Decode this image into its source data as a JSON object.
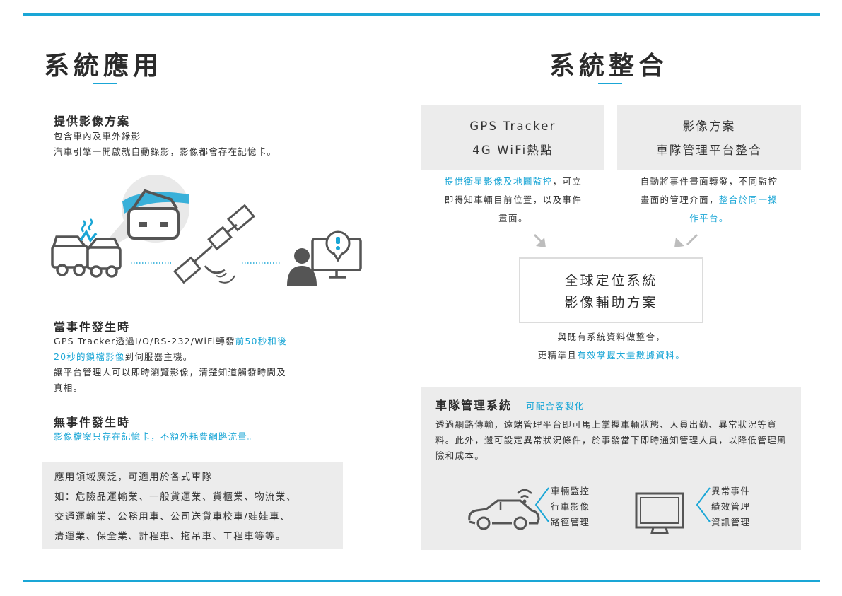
{
  "left": {
    "title": "系統應用",
    "provide": {
      "title": "提供影像方案",
      "lines": [
        "包含車內及車外錄影",
        "汽車引擎一開啟就自動錄影，影像都會存在記憶卡。"
      ]
    },
    "event": {
      "title": "當事件發生時",
      "line1_a": "GPS Tracker透過I/O/RS-232/WiFi轉發",
      "line1_b": "前50秒和後",
      "line2_a": "20秒的鎖檔影像",
      "line2_b": "到伺服器主機。",
      "line3": "讓平台管理人可以即時瀏覽影像，清楚知道觸發時間及",
      "line4": "真相。"
    },
    "no_event": {
      "title": "無事件發生時",
      "text": "影像檔案只存在記憶卡，不額外耗費網路流量。"
    },
    "usage": {
      "lines": [
        "應用領域廣泛，可適用於各式車隊",
        "如：危險品運輸業、一般貨運業、貨櫃業、物流業、",
        "交通運輸業、公務用車、公司送貨車校車/娃娃車、",
        "清運業、保全業、計程車、拖吊車、工程車等等。"
      ]
    },
    "illustration_icons": [
      "car-crash-icon",
      "dashcam-bubble-icon",
      "satellite-icon",
      "monitor-user-icon"
    ]
  },
  "right": {
    "title": "系統整合",
    "box_left": {
      "line1": "GPS Tracker",
      "line2": "4G WiFi熱點"
    },
    "box_right": {
      "line1": "影像方案",
      "line2": "車隊管理平台整合"
    },
    "cap_left": {
      "a": "提供衛星影像及地圖監控",
      "b": "，可立",
      "c": "即得知車輛目前位置，以及事件",
      "d": "畫面。"
    },
    "cap_right": {
      "a": "自動將事件畫面轉發，不同監控",
      "b": "畫面的管理介面，",
      "c": "整合於同一操",
      "d": "作平台。"
    },
    "center": {
      "line1": "全球定位系統",
      "line2": "影像輔助方案"
    },
    "integrate": {
      "line1": "與既有系統資料做整合，",
      "line2_a": "更精準且",
      "line2_b": "有效掌握大量數據資料。"
    },
    "fleet": {
      "title": "車隊管理系統",
      "tag": "可配合客製化",
      "desc": "透過網路傳輸，遠端管理平台即可馬上掌握車輛狀態、人員出勤、異常狀況等資料。此外，還可設定異常狀況條件，於事發當下即時通知管理人員，以降低管理風險和成本。",
      "car_features": [
        "車輛監控",
        "行車影像",
        "路徑管理"
      ],
      "monitor_features": [
        "異常事件",
        "績效管理",
        "資訊管理"
      ]
    }
  },
  "colors": {
    "accent": "#1aa6d6",
    "box": "#ececec",
    "text": "#333333"
  }
}
